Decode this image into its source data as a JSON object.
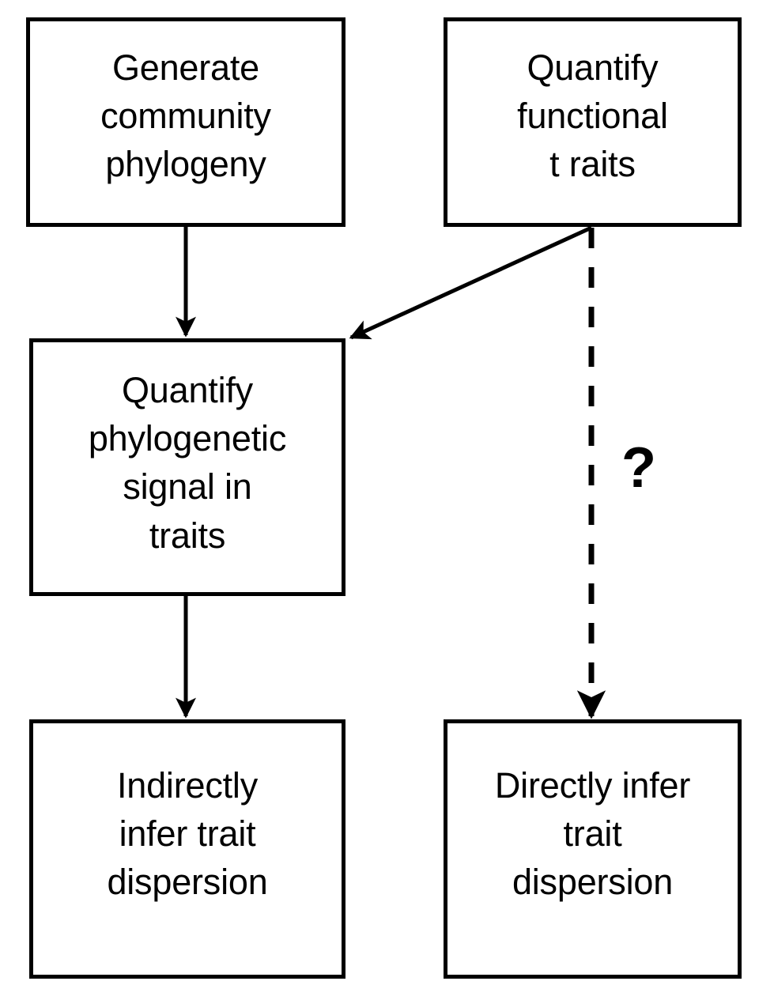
{
  "diagram": {
    "type": "flowchart",
    "background_color": "#ffffff",
    "stroke_color": "#000000",
    "nodes": [
      {
        "id": "generate-community-phylogeny",
        "label": "Generate\ncommunity\nphylogeny",
        "column": "left",
        "row": "top"
      },
      {
        "id": "quantify-functional-traits",
        "label": "Quantify\nfunctional\nt raits",
        "column": "right",
        "row": "top"
      },
      {
        "id": "quantify-phylogenetic-signal",
        "label": "Quantify\nphylogenetic\nsignal in\ntraits",
        "column": "left",
        "row": "middle"
      },
      {
        "id": "indirectly-infer-trait-dispersion",
        "label": "Indirectly\ninfer trait\ndispersion",
        "column": "left",
        "row": "bottom"
      },
      {
        "id": "directly-infer-trait-dispersion",
        "label": "Directly infer\ntrait\ndispersion",
        "column": "right",
        "row": "bottom"
      }
    ],
    "edges": [
      {
        "id": "phylogeny-to-signal",
        "from": "generate-community-phylogeny",
        "to": "quantify-phylogenetic-signal",
        "style": "solid",
        "arrowhead": "filled-triangle"
      },
      {
        "id": "traits-to-signal",
        "from": "quantify-functional-traits",
        "to": "quantify-phylogenetic-signal",
        "style": "solid",
        "arrowhead": "filled-triangle"
      },
      {
        "id": "signal-to-indirect",
        "from": "quantify-phylogenetic-signal",
        "to": "indirectly-infer-trait-dispersion",
        "style": "solid",
        "arrowhead": "filled-triangle"
      },
      {
        "id": "traits-to-direct",
        "from": "quantify-functional-traits",
        "to": "directly-infer-trait-dispersion",
        "style": "dashed",
        "arrowhead": "filled-triangle",
        "annotation": "?"
      }
    ],
    "annotations": [
      {
        "id": "uncertainty-marker",
        "text": "?",
        "on_edge": "traits-to-direct"
      }
    ]
  }
}
